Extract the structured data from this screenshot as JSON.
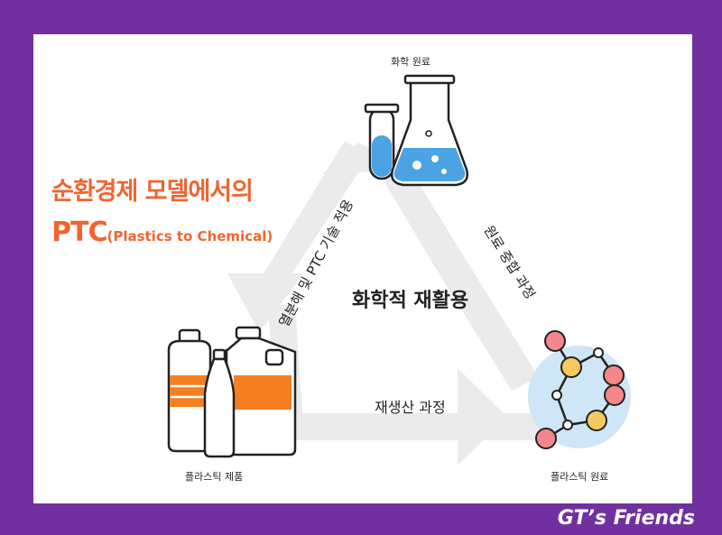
{
  "title": {
    "line1": "순환경제 모델에서의",
    "line2_main": "PTC",
    "line2_sub": "(Plastics to Chemical)"
  },
  "center": "화학적 재활용",
  "nodes": {
    "top": "화학 원료",
    "bottom_left": "플라스틱 제품",
    "bottom_right": "플라스틱 원료"
  },
  "paths": {
    "left": "열분해 및 PTC 기술 적용",
    "right": "원료 중합 과정",
    "bottom": "재생산 과정"
  },
  "footer": "GT’s Friends",
  "colors": {
    "background": "#7030a0",
    "title": "#f0652f",
    "flask_outline": "#222222",
    "flask_liquid": "#4ba3e3",
    "molecule_node_red": "#f4868c",
    "molecule_node_yellow": "#f6c85f",
    "molecule_bg": "#cfe6f7",
    "bottle_label": "#f57f20",
    "arrows": "#ebebeb"
  },
  "icons": [
    "flask-icon",
    "test-tube-icon",
    "molecule-icon",
    "plastic-bottles-icon",
    "recycle-arrows-icon"
  ]
}
